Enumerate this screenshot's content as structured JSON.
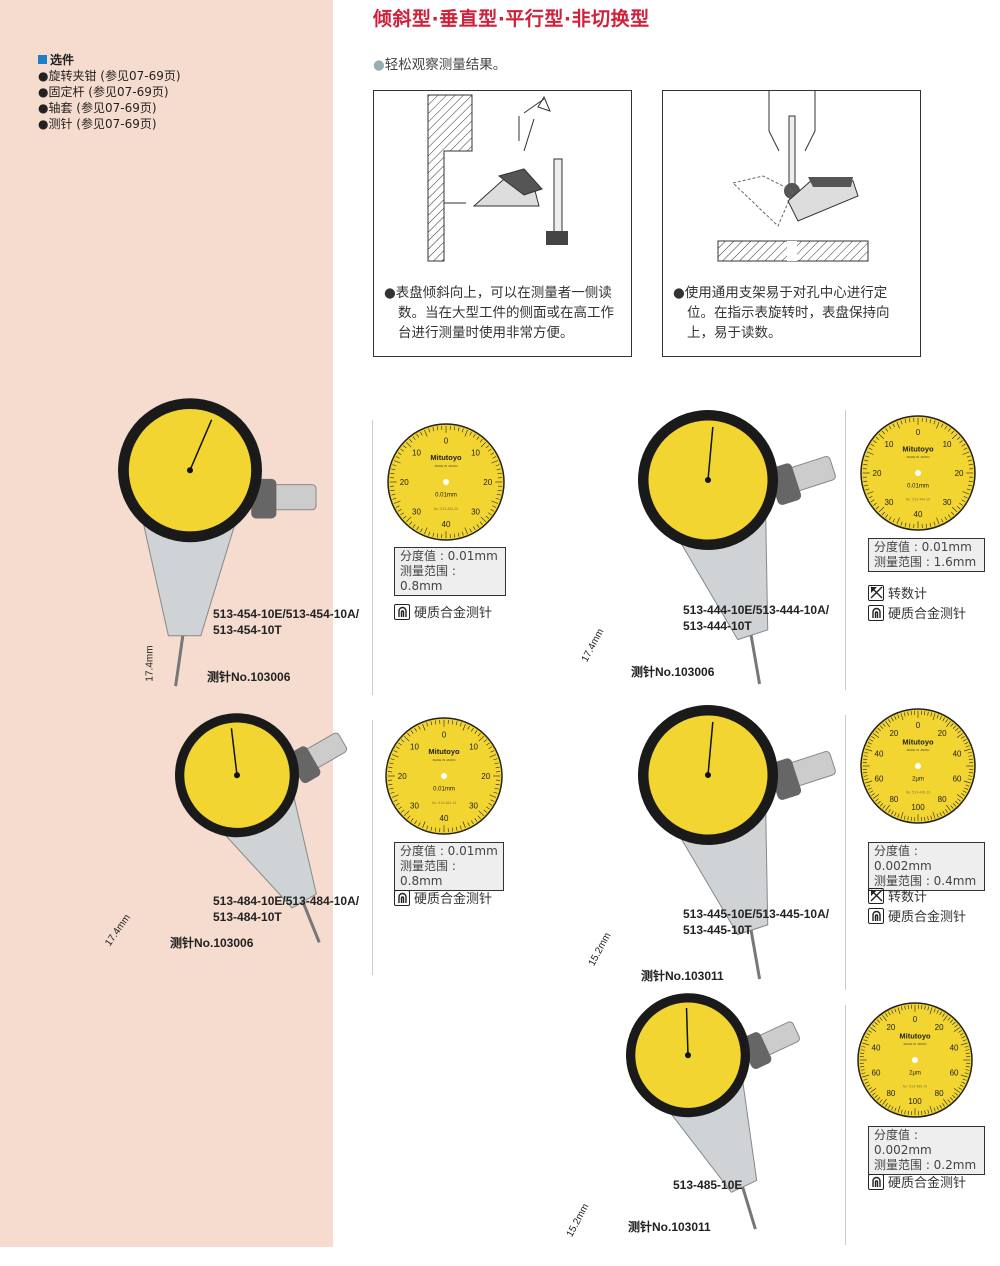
{
  "title": "倾斜型·垂直型·平行型·非切换型",
  "options": {
    "heading": "选件",
    "items": [
      "●旋转夹钳 (参见07-69页)",
      "●固定杆 (参见07-69页)",
      "●轴套 (参见07-69页)",
      "●测针 (参见07-69页)"
    ]
  },
  "lead": "轻松观察测量结果。",
  "lead_bullet": "●",
  "diagrams": [
    {
      "text": "●表盘倾斜向上，可以在测量者一侧读数。当在大型工件的侧面或在高工作台进行测量时使用非常方便。"
    },
    {
      "text": "●使用通用支架易于对孔中心进行定位。在指示表旋转时，表盘保持向上，易于读数。"
    }
  ],
  "dial_brand": "Mitutoyo",
  "dial_made": "MADE IN JAPAN",
  "products": [
    {
      "model": [
        "513-454-10E/513-454-10A/",
        "513-454-10T"
      ],
      "stylus": "测针No.103006",
      "length": "17.4mm",
      "graduation": "分度值 : 0.01mm",
      "range": "测量范围 : 0.8mm",
      "features": [
        "硬质合金测针"
      ],
      "icons": [
        "carbide-icon"
      ],
      "dial_unit": "0.01mm",
      "dial_labels": [
        "0",
        "10",
        "20",
        "30",
        "40"
      ],
      "dial_half": 40,
      "dial_no": "No. 513-454-10"
    },
    {
      "model": [
        "513-444-10E/513-444-10A/",
        "513-444-10T"
      ],
      "stylus": "测针No.103006",
      "length": "17.4mm",
      "graduation": "分度值 : 0.01mm",
      "range": "测量范围 : 1.6mm",
      "features": [
        "转数计",
        "硬质合金测针"
      ],
      "icons": [
        "revolution-counter-icon",
        "carbide-icon"
      ],
      "dial_unit": "0.01mm",
      "dial_labels": [
        "0",
        "10",
        "20",
        "30",
        "40"
      ],
      "dial_half": 40,
      "dial_no": "No. 513-444-10"
    },
    {
      "model": [
        "513-484-10E/513-484-10A/",
        "513-484-10T"
      ],
      "stylus": "测针No.103006",
      "length": "17.4mm",
      "graduation": "分度值 : 0.01mm",
      "range": "测量范围 : 0.8mm",
      "features": [
        "硬质合金测针"
      ],
      "icons": [
        "carbide-icon"
      ],
      "dial_unit": "0.01mm",
      "dial_labels": [
        "0",
        "10",
        "20",
        "30",
        "40"
      ],
      "dial_half": 40,
      "dial_no": "No. 513-484-10"
    },
    {
      "model": [
        "513-445-10E/513-445-10A/",
        "513-445-10T"
      ],
      "stylus": "测针No.103011",
      "length": "15.2mm",
      "graduation": "分度值 : 0.002mm",
      "range": "测量范围 : 0.4mm",
      "features": [
        "转数计",
        "硬质合金测针"
      ],
      "icons": [
        "revolution-counter-icon",
        "carbide-icon"
      ],
      "dial_unit": "2μm",
      "dial_labels": [
        "0",
        "20",
        "40",
        "60",
        "80",
        "100"
      ],
      "dial_half": 100,
      "dial_no": "No. 513-445-10"
    },
    {
      "model": [
        "513-485-10E"
      ],
      "stylus": "测针No.103011",
      "length": "15.2mm",
      "graduation": "分度值 : 0.002mm",
      "range": "测量范围 : 0.2mm",
      "features": [
        "硬质合金测针"
      ],
      "icons": [
        "carbide-icon"
      ],
      "dial_unit": "2μm",
      "dial_labels": [
        "0",
        "20",
        "40",
        "60",
        "80",
        "100"
      ],
      "dial_half": 100,
      "dial_no": "No. 513-485-10"
    }
  ],
  "colors": {
    "accent": "#d0203a",
    "dial": "#f2d531",
    "panel": "#f5dccf",
    "option_square": "#1c7fc7"
  }
}
